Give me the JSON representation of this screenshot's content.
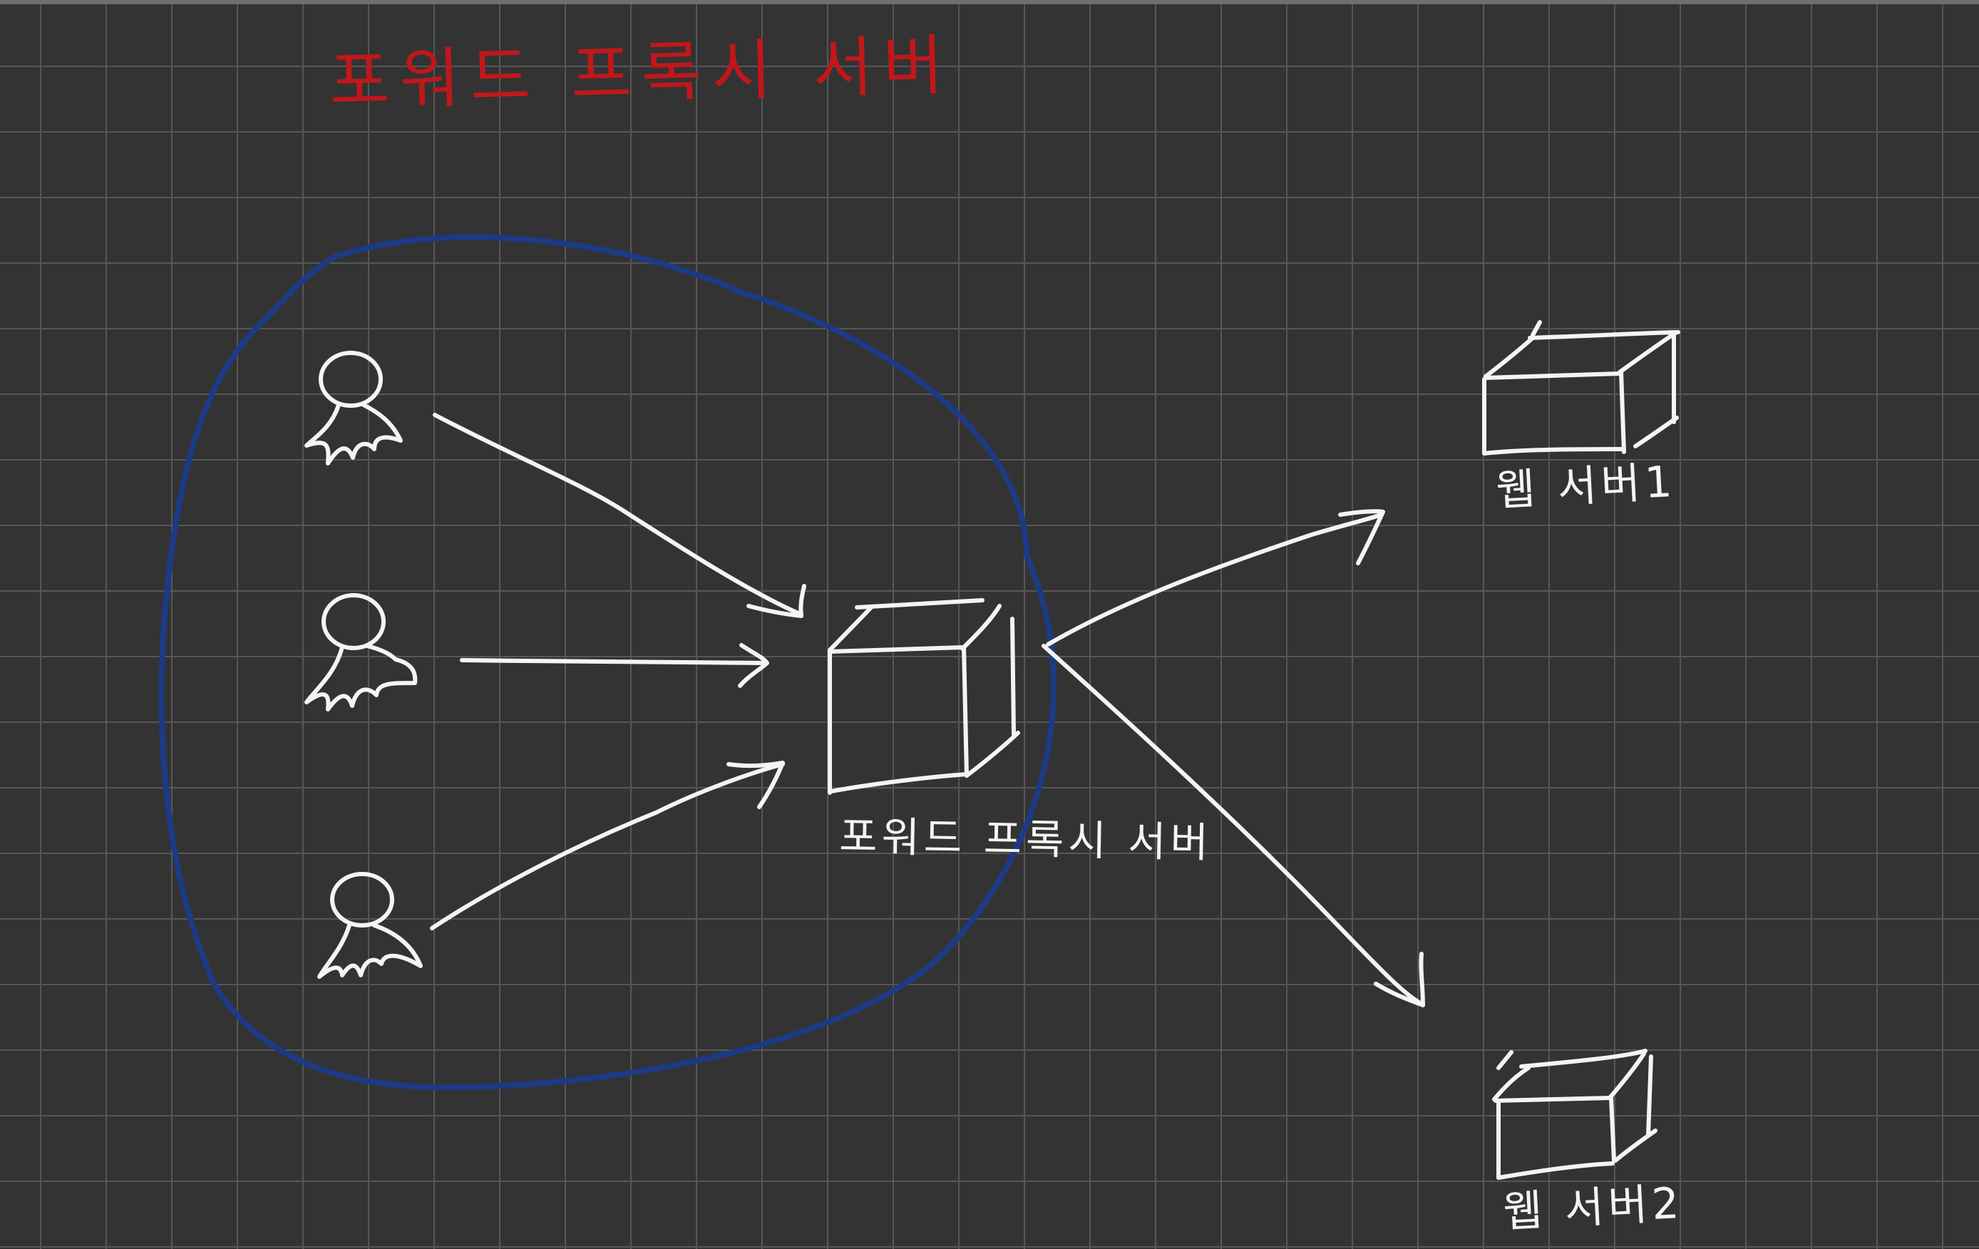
{
  "diagram": {
    "title": "포워드 프록시 서버",
    "colors": {
      "background": "#333333",
      "grid": "#575757",
      "ink": "#f4f4f4",
      "title": "#c1171b",
      "boundary": "#1d3a86"
    },
    "clients": [
      {
        "icon": "user-icon"
      },
      {
        "icon": "user-icon"
      },
      {
        "icon": "user-icon"
      }
    ],
    "proxy": {
      "label": "포워드 프록시 서버",
      "icon": "server-box-icon"
    },
    "servers": [
      {
        "label": "웹 서버1",
        "icon": "server-box-icon"
      },
      {
        "label": "웹 서버2",
        "icon": "server-box-icon"
      }
    ],
    "connections": [
      {
        "from": "client-1",
        "to": "proxy"
      },
      {
        "from": "client-2",
        "to": "proxy"
      },
      {
        "from": "client-3",
        "to": "proxy"
      },
      {
        "from": "proxy",
        "to": "web-server-1"
      },
      {
        "from": "proxy",
        "to": "web-server-2"
      }
    ]
  }
}
